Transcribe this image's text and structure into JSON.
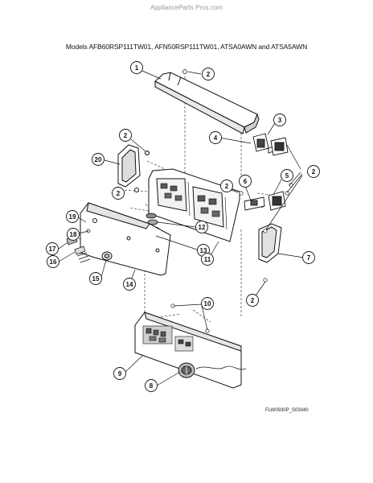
{
  "watermark": "ApplianceParts Pros.com",
  "title": "Models AFB60RSP111TW01, AFN50RSP111TW01, ATSA0AWN and ATSA5AWN",
  "drawing_id": "FLW0930P_S03040",
  "callouts": [
    {
      "id": "c1",
      "label": "1"
    },
    {
      "id": "c2a",
      "label": "2"
    },
    {
      "id": "c3",
      "label": "3"
    },
    {
      "id": "c4",
      "label": "4"
    },
    {
      "id": "c2b",
      "label": "2"
    },
    {
      "id": "c20",
      "label": "20"
    },
    {
      "id": "c2c",
      "label": "2"
    },
    {
      "id": "c5",
      "label": "5"
    },
    {
      "id": "c2d",
      "label": "2"
    },
    {
      "id": "c6",
      "label": "6"
    },
    {
      "id": "c2e",
      "label": "2"
    },
    {
      "id": "c19",
      "label": "19"
    },
    {
      "id": "c18",
      "label": "18"
    },
    {
      "id": "c17",
      "label": "17"
    },
    {
      "id": "c16",
      "label": "16"
    },
    {
      "id": "c12",
      "label": "12"
    },
    {
      "id": "c13",
      "label": "13"
    },
    {
      "id": "c11",
      "label": "11"
    },
    {
      "id": "c7",
      "label": "7"
    },
    {
      "id": "c15",
      "label": "15"
    },
    {
      "id": "c14",
      "label": "14"
    },
    {
      "id": "c2f",
      "label": "2"
    },
    {
      "id": "c10",
      "label": "10"
    },
    {
      "id": "c9",
      "label": "9"
    },
    {
      "id": "c8",
      "label": "8"
    }
  ]
}
